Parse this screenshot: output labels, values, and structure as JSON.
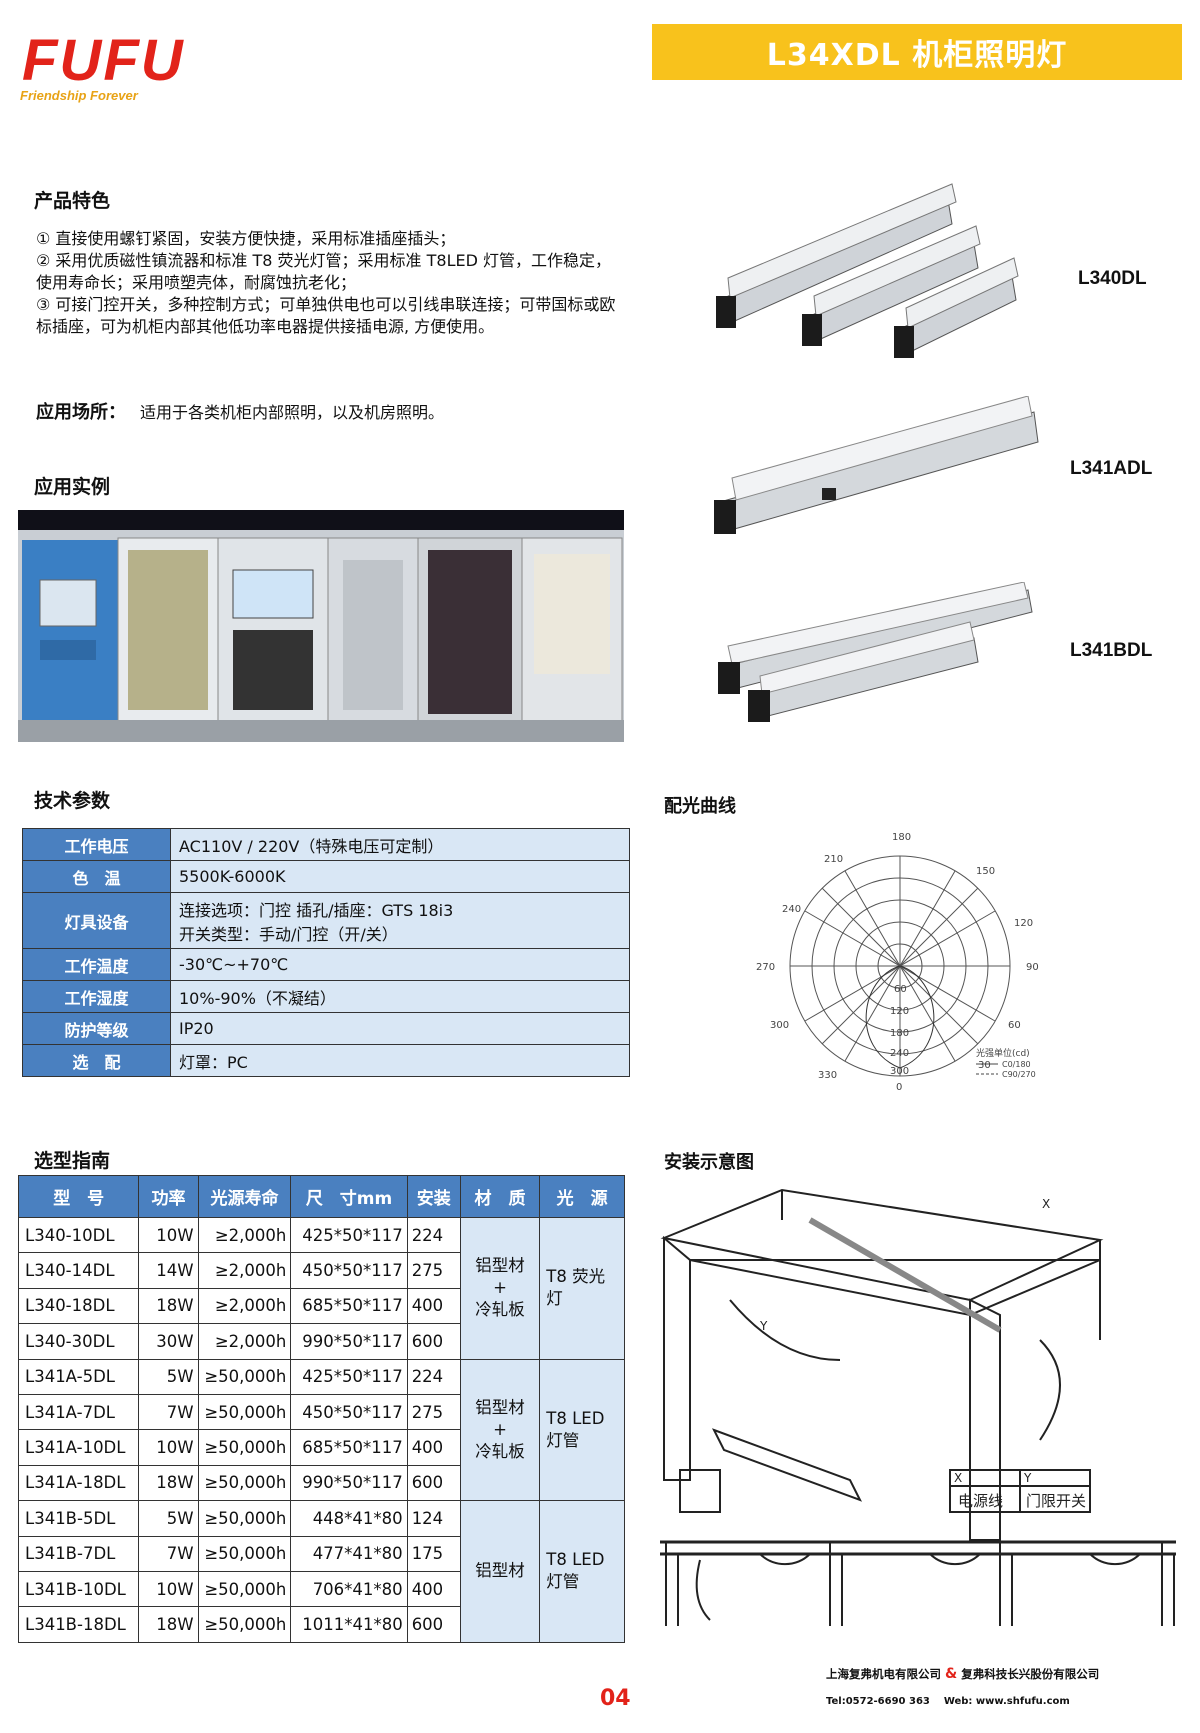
{
  "brand": {
    "logo_text": "FUFU",
    "tagline": "Friendship Forever"
  },
  "title": "L34XDL  机柜照明灯",
  "features": {
    "heading": "产品特色",
    "items": [
      "① 直接使用螺钉紧固，安装方便快捷，采用标准插座插头；",
      "② 采用优质磁性镇流器和标准 T8 荧光灯管；采用标准 T8LED 灯管，工作稳定，使用寿命长；采用喷塑壳体，耐腐蚀抗老化；",
      "③ 可接门控开关，多种控制方式；可单独供电也可以引线串联连接；可带国标或欧标插座，可为机柜内部其他低功率电器提供接插电源, 方便使用。"
    ]
  },
  "usage": {
    "label": "应用场所：",
    "text": "适用于各类机柜内部照明，以及机房照明。"
  },
  "example_heading": "应用实例",
  "products": [
    {
      "label": "L340DL"
    },
    {
      "label": "L341ADL"
    },
    {
      "label": "L341BDL"
    }
  ],
  "specs": {
    "heading": "技术参数",
    "rows": [
      {
        "key": "工作电压",
        "value": "AC110V / 220V（特殊电压可定制）"
      },
      {
        "key": "色　温",
        "value": "5500K-6000K"
      },
      {
        "key": "灯具设备",
        "value": "连接选项：门控   插孔/插座：GTS  18i3",
        "value2": "开关类型：手动/门控（开/关）"
      },
      {
        "key": "工作温度",
        "value": "-30℃~+70℃"
      },
      {
        "key": "工作湿度",
        "value": "10%-90%（不凝结）"
      },
      {
        "key": "防护等级",
        "value": "IP20"
      },
      {
        "key": "选　配",
        "value": "灯罩：PC"
      }
    ]
  },
  "light_curve": {
    "heading": "配光曲线",
    "angles": [
      "180",
      "150",
      "120",
      "90",
      "60",
      "30",
      "0",
      "330",
      "300",
      "270",
      "240",
      "210"
    ],
    "radial": [
      "60",
      "120",
      "180",
      "240",
      "300"
    ],
    "legend_title": "光强单位(cd)",
    "legend": [
      "C0/180",
      "C90/270"
    ]
  },
  "install": {
    "heading": "安装示意图",
    "x_label": "X",
    "y_label": "Y",
    "x_desc": "电源线",
    "y_desc": "门限开关"
  },
  "selection": {
    "heading": "选型指南",
    "headers": [
      "型　号",
      "功率",
      "光源寿命",
      "尺　寸mm",
      "安装",
      "材　质",
      "光　源"
    ],
    "groups": [
      {
        "material": [
          "铝型材",
          "+",
          "冷轧板"
        ],
        "source": [
          "T8 荧光",
          "灯"
        ],
        "rows": [
          [
            "L340-10DL",
            "10W",
            "≥2,000h",
            "425*50*117",
            "224"
          ],
          [
            "L340-14DL",
            "14W",
            "≥2,000h",
            "450*50*117",
            "275"
          ],
          [
            "L340-18DL",
            "18W",
            "≥2,000h",
            "685*50*117",
            "400"
          ],
          [
            "L340-30DL",
            "30W",
            "≥2,000h",
            "990*50*117",
            "600"
          ]
        ]
      },
      {
        "material": [
          "铝型材",
          "+",
          "冷轧板"
        ],
        "source": [
          "T8 LED",
          "灯管"
        ],
        "rows": [
          [
            "L341A-5DL",
            "5W",
            "≥50,000h",
            "425*50*117",
            "224"
          ],
          [
            "L341A-7DL",
            "7W",
            "≥50,000h",
            "450*50*117",
            "275"
          ],
          [
            "L341A-10DL",
            "10W",
            "≥50,000h",
            "685*50*117",
            "400"
          ],
          [
            "L341A-18DL",
            "18W",
            "≥50,000h",
            "990*50*117",
            "600"
          ]
        ]
      },
      {
        "material": [
          "铝型材"
        ],
        "source": [
          "T8 LED",
          "灯管"
        ],
        "rows": [
          [
            "L341B-5DL",
            "5W",
            "≥50,000h",
            "448*41*80",
            "124"
          ],
          [
            "L341B-7DL",
            "7W",
            "≥50,000h",
            "477*41*80",
            "175"
          ],
          [
            "L341B-10DL",
            "10W",
            "≥50,000h",
            "706*41*80",
            "400"
          ],
          [
            "L341B-18DL",
            "18W",
            "≥50,000h",
            "1011*41*80",
            "600"
          ]
        ]
      }
    ]
  },
  "page_number": "04",
  "footer": {
    "company_1": "上海复弗机电有限公司",
    "amp": "&",
    "company_2": "复弗科技长兴股份有限公司",
    "tel": "Tel:0572-6690 363",
    "web": "Web: www.shfufu.com"
  },
  "colors": {
    "brand_red": "#e2231a",
    "title_bar": "#f8c21c",
    "table_header": "#4a80c0",
    "table_cell": "#d9e7f5"
  }
}
